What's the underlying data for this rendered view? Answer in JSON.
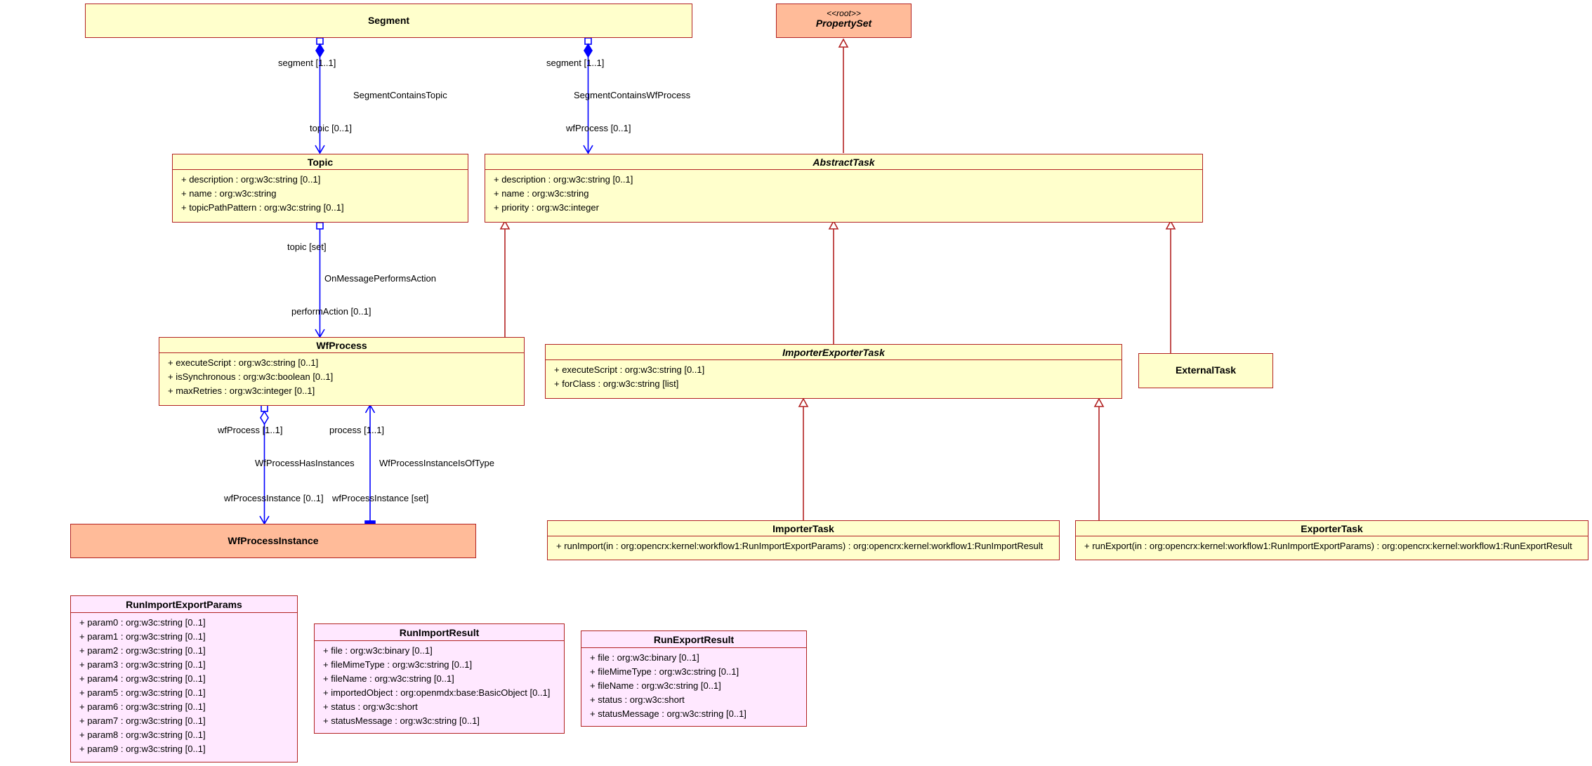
{
  "classes": {
    "segment": {
      "name": "Segment"
    },
    "property_set": {
      "stereotype": "<<root>>",
      "name": "PropertySet"
    },
    "topic": {
      "name": "Topic",
      "attributes": [
        "+ description : org:w3c:string [0..1]",
        "+ name : org:w3c:string",
        "+ topicPathPattern : org:w3c:string [0..1]"
      ]
    },
    "abstract_task": {
      "name": "AbstractTask",
      "attributes": [
        "+ description : org:w3c:string [0..1]",
        "+ name : org:w3c:string",
        "+ priority : org:w3c:integer"
      ]
    },
    "wf_process": {
      "name": "WfProcess",
      "attributes": [
        "+ executeScript : org:w3c:string [0..1]",
        "+ isSynchronous : org:w3c:boolean [0..1]",
        "+ maxRetries : org:w3c:integer [0..1]"
      ]
    },
    "importer_exporter_task": {
      "name": "ImporterExporterTask",
      "attributes": [
        "+ executeScript : org:w3c:string [0..1]",
        "+ forClass : org:w3c:string [list]"
      ]
    },
    "external_task": {
      "name": "ExternalTask"
    },
    "wf_process_instance": {
      "name": "WfProcessInstance"
    },
    "importer_task": {
      "name": "ImporterTask",
      "attributes": [
        "+ runImport(in : org:opencrx:kernel:workflow1:RunImportExportParams) : org:opencrx:kernel:workflow1:RunImportResult"
      ]
    },
    "exporter_task": {
      "name": "ExporterTask",
      "attributes": [
        "+ runExport(in : org:opencrx:kernel:workflow1:RunImportExportParams) : org:opencrx:kernel:workflow1:RunExportResult"
      ]
    },
    "run_import_export_params": {
      "name": "RunImportExportParams",
      "attributes": [
        "+ param0 : org:w3c:string [0..1]",
        "+ param1 : org:w3c:string [0..1]",
        "+ param2 : org:w3c:string [0..1]",
        "+ param3 : org:w3c:string [0..1]",
        "+ param4 : org:w3c:string [0..1]",
        "+ param5 : org:w3c:string [0..1]",
        "+ param6 : org:w3c:string [0..1]",
        "+ param7 : org:w3c:string [0..1]",
        "+ param8 : org:w3c:string [0..1]",
        "+ param9 : org:w3c:string [0..1]"
      ]
    },
    "run_import_result": {
      "name": "RunImportResult",
      "attributes": [
        "+ file : org:w3c:binary [0..1]",
        "+ fileMimeType : org:w3c:string [0..1]",
        "+ fileName : org:w3c:string [0..1]",
        "+ importedObject : org:openmdx:base:BasicObject [0..1]",
        "+ status : org:w3c:short",
        "+ statusMessage : org:w3c:string [0..1]"
      ]
    },
    "run_export_result": {
      "name": "RunExportResult",
      "attributes": [
        "+ file : org:w3c:binary [0..1]",
        "+ fileMimeType : org:w3c:string [0..1]",
        "+ fileName : org:w3c:string [0..1]",
        "+ status : org:w3c:short",
        "+ statusMessage : org:w3c:string [0..1]"
      ]
    }
  },
  "associations": {
    "segment_contains_topic": {
      "name": "SegmentContainsTopic",
      "source_role": "segment [1..1]",
      "target_role": "topic [0..1]"
    },
    "segment_contains_wf_process": {
      "name": "SegmentContainsWfProcess",
      "source_role": "segment [1..1]",
      "target_role": "wfProcess [0..1]"
    },
    "on_message_performs_action": {
      "name": "OnMessagePerformsAction",
      "source_role": "topic [set]",
      "target_role": "performAction [0..1]"
    },
    "wf_process_has_instances": {
      "name": "WfProcessHasInstances",
      "source_role": "wfProcess [1..1]",
      "target_role": "wfProcessInstance [0..1]"
    },
    "wf_process_instance_is_of_type": {
      "name": "WfProcessInstanceIsOfType",
      "source_role": "wfProcessInstance [set]",
      "target_role": "process [1..1]"
    }
  },
  "colors": {
    "class_border": "#b22222",
    "class_fill": "#ffffcc",
    "root_fill": "#ffbb99",
    "struct_fill": "#ffe8ff",
    "association": "#0000ff",
    "generalization": "#b22222"
  }
}
